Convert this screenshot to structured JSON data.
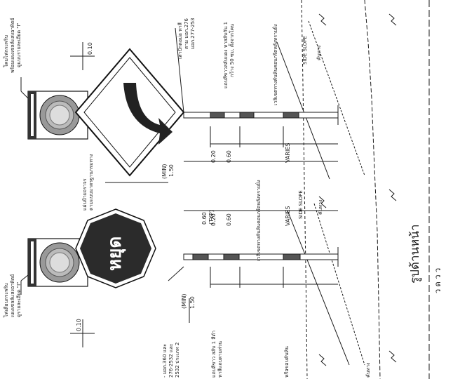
{
  "signs": {
    "stop": {
      "text": "หยุด"
    }
  },
  "dimensions": {
    "d010_top": "0.10",
    "d010_left": "0.10",
    "d020_a": "0.20",
    "d060_a": "0.60",
    "d020_b": "0.20",
    "d060_b": "0.60",
    "d060_mid": "0.60",
    "d060_typ": "(TYP)",
    "varies_a": "VARIES",
    "varies_b": "VARIES",
    "min_a": "(MIN)",
    "min_a_val": "1.50",
    "min_b": "(MIN)",
    "min_b_val": "1.50"
  },
  "labels": {
    "lamp_right_1": "โคมไฟกระพริบ",
    "lamp_right_2": "พร้อมแผงเซลล์แสงอาทิตย์",
    "lamp_right_3": "ดูแบบรายละเอียด \"I\"",
    "lamp_left_1": "ไฟเตือนกระพริบ",
    "lamp_left_2": "แผงเซลล์แสงอาทิตย์",
    "lamp_left_3": "ดูรายละเอียด \"I\"",
    "plate_1": "แผ่นป้ายจราจร",
    "plate_2": "ตามแบบมาตรฐานกรมทาง",
    "post_top_1": "เสาปักตอม่อ ทาสี",
    "post_top_2": "ตาม มอก.276",
    "post_top_3": "มอก.277-253",
    "paint_1": "แถบสีขาวสลับแดง ทาสลับกัน 1",
    "paint_2": "กว้าง 50 ซม. ตั้งจากโคน",
    "conc_a": "เวลิเขตทางคันหินคอนกรีตหลังทรายฝั่ง",
    "conc_b": "เวลิเขตทางคันหินคอนกรีตหลังทรายฝั่ง",
    "edge_top": "คันทาง",
    "edge_mid": "คันทาง",
    "edge_bottom": "คันทาง",
    "slope_a": "SIDE SLOPE",
    "slope_b": "SIDE SLOPE",
    "left_note_1": "- มอก.360 และ",
    "left_note_2": "276-2532 และ",
    "left_note_3": "2532 ประเภท 2",
    "left_paint_1": "แถบสีขาว สลับ 1 สีดำ",
    "left_paint_2": "ทาสีแถบตามส่วน",
    "left_edge": "หรือขอบคันหิน",
    "title": "รูปด้านหน้า",
    "title_marks": "ว ด ว ว"
  }
}
